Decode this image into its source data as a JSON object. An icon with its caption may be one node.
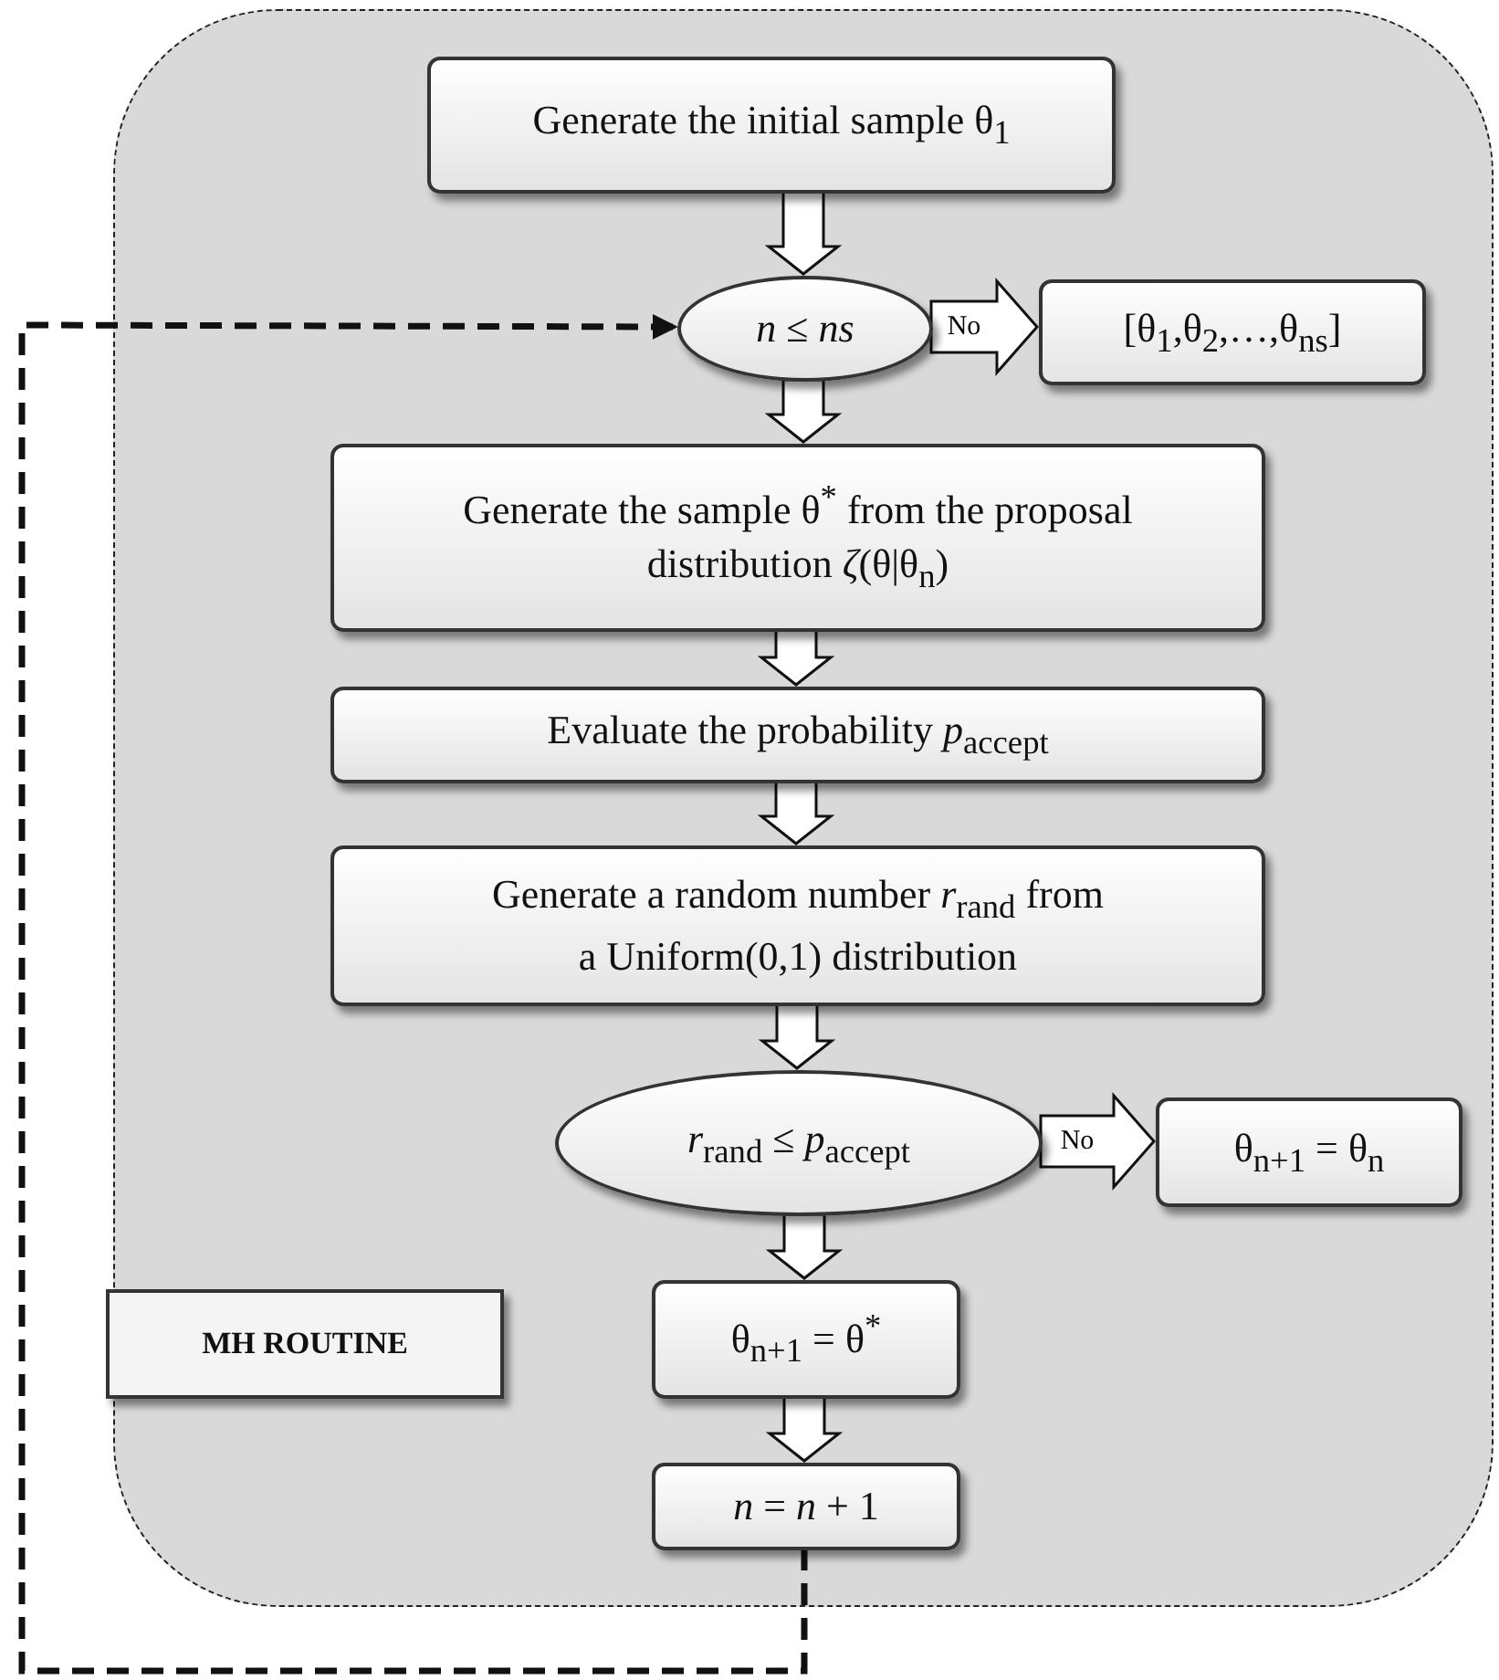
{
  "diagram": {
    "nodes": [
      {
        "text": [],
        "shape": "box"
      },
      {
        "text": [
          "MH ROUTINE"
        ],
        "in": 0
      },
      {
        "text": [
          "Generate the initial sample θ$_{1}$"
        ],
        "in": 0
      },
      {
        "text": [
          "*n* ≤ *ns*"
        ],
        "in": 0
      },
      {
        "text": [
          "[θ$_{1}$,θ$_{2}$,…,θ$_{ns}$]"
        ],
        "in": 0
      },
      {
        "text": [
          "Generate the sample θ$^{*}$ from the proposal distribution *ζ*(θ|θ$_{n}$)"
        ],
        "in": 0
      },
      {
        "text": [
          "Evaluate the probability *p*$_{accept}$"
        ],
        "in": 0
      },
      {
        "text": [
          "Generate a random number *r*$_{rand}$ from a Uniform(0,1) distribution"
        ],
        "in": 0
      },
      {
        "text": [
          "*r*$_{rand}$ ≤ *p*$_{accept}$"
        ],
        "in": 0
      },
      {
        "text": [
          "θ$_{n+1}$ = θ$_{n}$"
        ],
        "in": 0
      },
      {
        "text": [
          "θ$_{n+1}$ = θ$^{*}$"
        ],
        "in": 0
      },
      {
        "text": [
          "*n* = *n* + 1"
        ],
        "in": 0
      }
    ],
    "edges": [
      {
        "from": 2,
        "to": 3,
        "arrow": "to"
      },
      {
        "from": 3,
        "to": 4,
        "arrow": "to",
        "label": "No"
      },
      {
        "from": 3,
        "to": 5,
        "arrow": "to"
      },
      {
        "from": 5,
        "to": 6,
        "arrow": "to"
      },
      {
        "from": 6,
        "to": 7,
        "arrow": "to"
      },
      {
        "from": 7,
        "to": 8,
        "arrow": "to"
      },
      {
        "from": 8,
        "to": 9,
        "arrow": "to",
        "label": "No"
      },
      {
        "from": 8,
        "to": 10,
        "arrow": "to"
      },
      {
        "from": 10,
        "to": 11,
        "arrow": "to"
      },
      {
        "from": 11,
        "to": 3,
        "arrow": "to",
        "style": "dashed"
      }
    ]
  }
}
